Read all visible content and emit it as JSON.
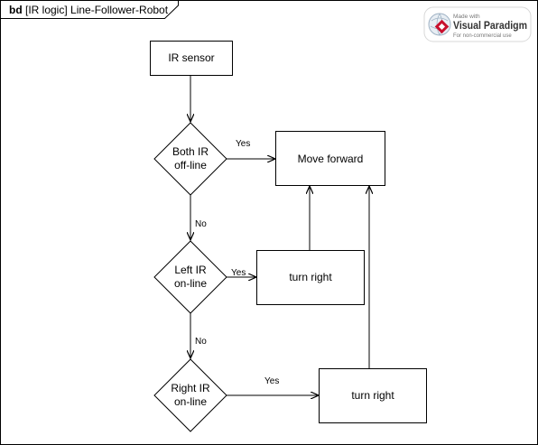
{
  "frame": {
    "kind": "bd",
    "title": "[IR logic] Line-Follower-Robot"
  },
  "watermark": {
    "made_with": "Made with",
    "brand": "Visual Paradigm",
    "note": "For non-commercial use",
    "brand_color": "#333333",
    "logo_color": "#c8102e"
  },
  "nodes": {
    "ir_sensor": "IR sensor",
    "both_ir_line1": "Both IR",
    "both_ir_line2": "off-line",
    "left_ir_line1": "Left IR",
    "left_ir_line2": "on-line",
    "right_ir_line1": "Right IR",
    "right_ir_line2": "on-line",
    "move_forward": "Move forward",
    "turn_right_1": "turn right",
    "turn_right_2": "turn right"
  },
  "edges": {
    "both_yes": "Yes",
    "both_no": "No",
    "left_yes": "Yes",
    "left_no": "No",
    "right_yes": "Yes"
  }
}
